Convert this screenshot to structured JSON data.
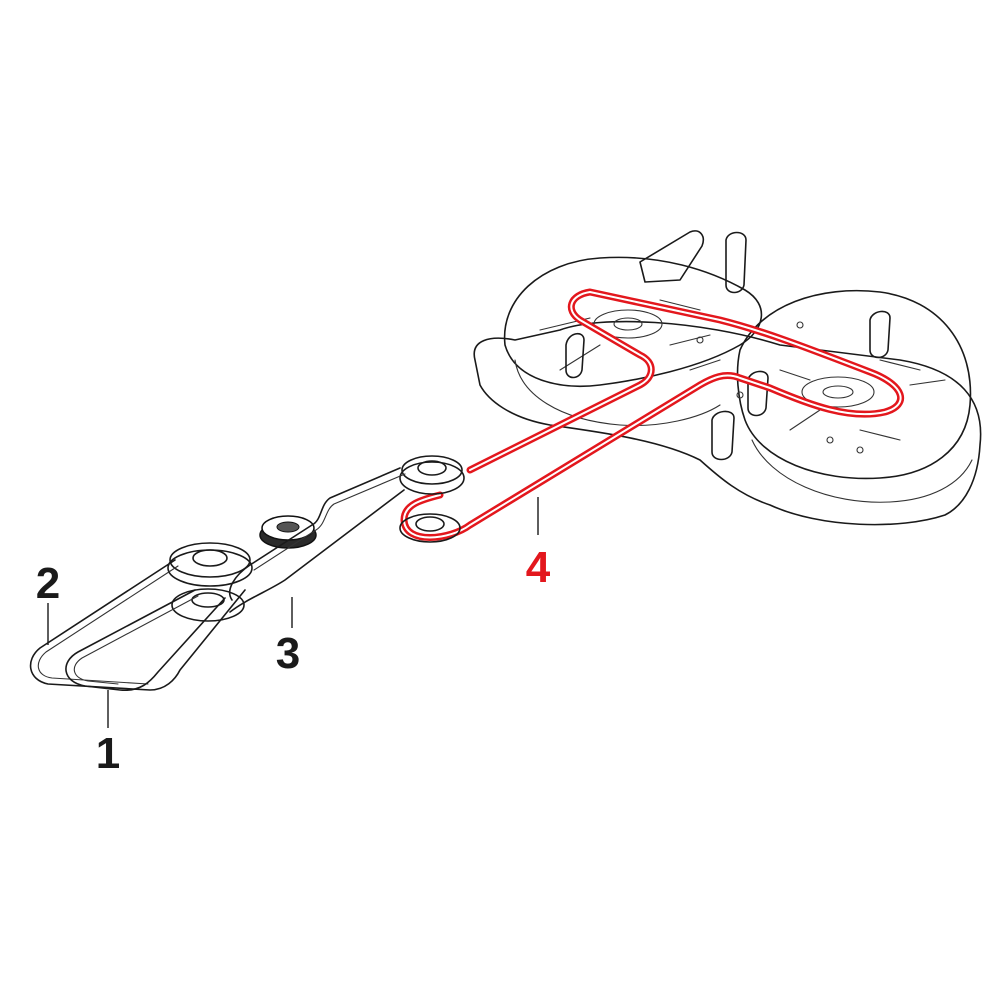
{
  "callouts": [
    {
      "label": "1",
      "part": "belt"
    },
    {
      "label": "2",
      "part": "belt"
    },
    {
      "label": "3",
      "part": "belt"
    },
    {
      "label": "4",
      "part": "deck-belt"
    }
  ],
  "colors": {
    "line": "#1a1a1a",
    "highlight": "#e3171d",
    "background": "#ffffff"
  }
}
